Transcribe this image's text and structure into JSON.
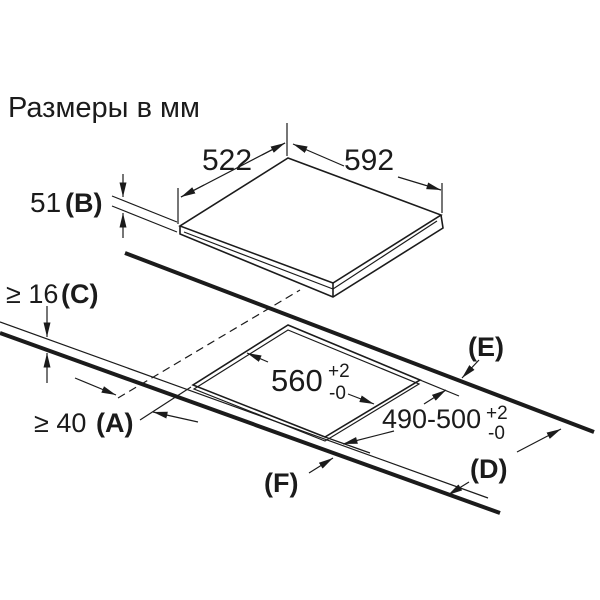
{
  "title": "Размеры в мм",
  "colors": {
    "ink": "#1b1b1b",
    "background": "#ffffff"
  },
  "dimensions": {
    "hob_depth": "522",
    "hob_width": "592",
    "hob_height_value": "51",
    "hob_height_ref": "(B)",
    "worktop_thickness_value": "≥ 16",
    "worktop_thickness_ref": "(C)",
    "side_clearance_value": "≥ 40",
    "side_clearance_ref": "(A)",
    "cutout_width_value": "560",
    "cutout_width_tol_plus": "+2",
    "cutout_width_tol_minus": "-0",
    "cutout_depth_value": "490-500",
    "cutout_depth_tol_plus": "+2",
    "cutout_depth_tol_minus": "-0",
    "ref_back_edge": "(E)",
    "ref_worktop": "(D)",
    "ref_front_edge": "(F)"
  }
}
